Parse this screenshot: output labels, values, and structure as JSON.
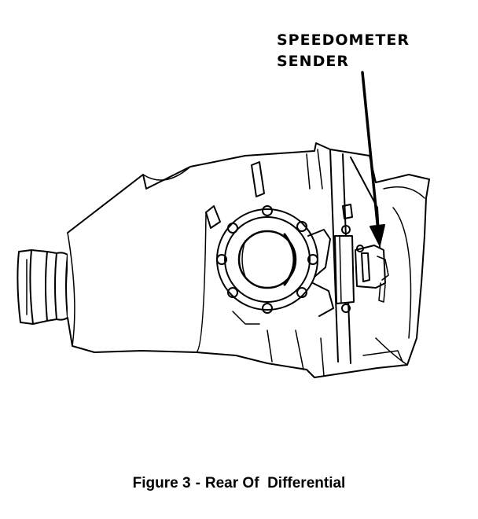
{
  "callout": {
    "line1": "SPEEDOMETER",
    "line2": "SENDER"
  },
  "caption": {
    "figure": "Figure 3",
    "separator": "-",
    "title": "Rear Of  Differential"
  },
  "colors": {
    "ink": "#000000",
    "paper": "#ffffff"
  }
}
